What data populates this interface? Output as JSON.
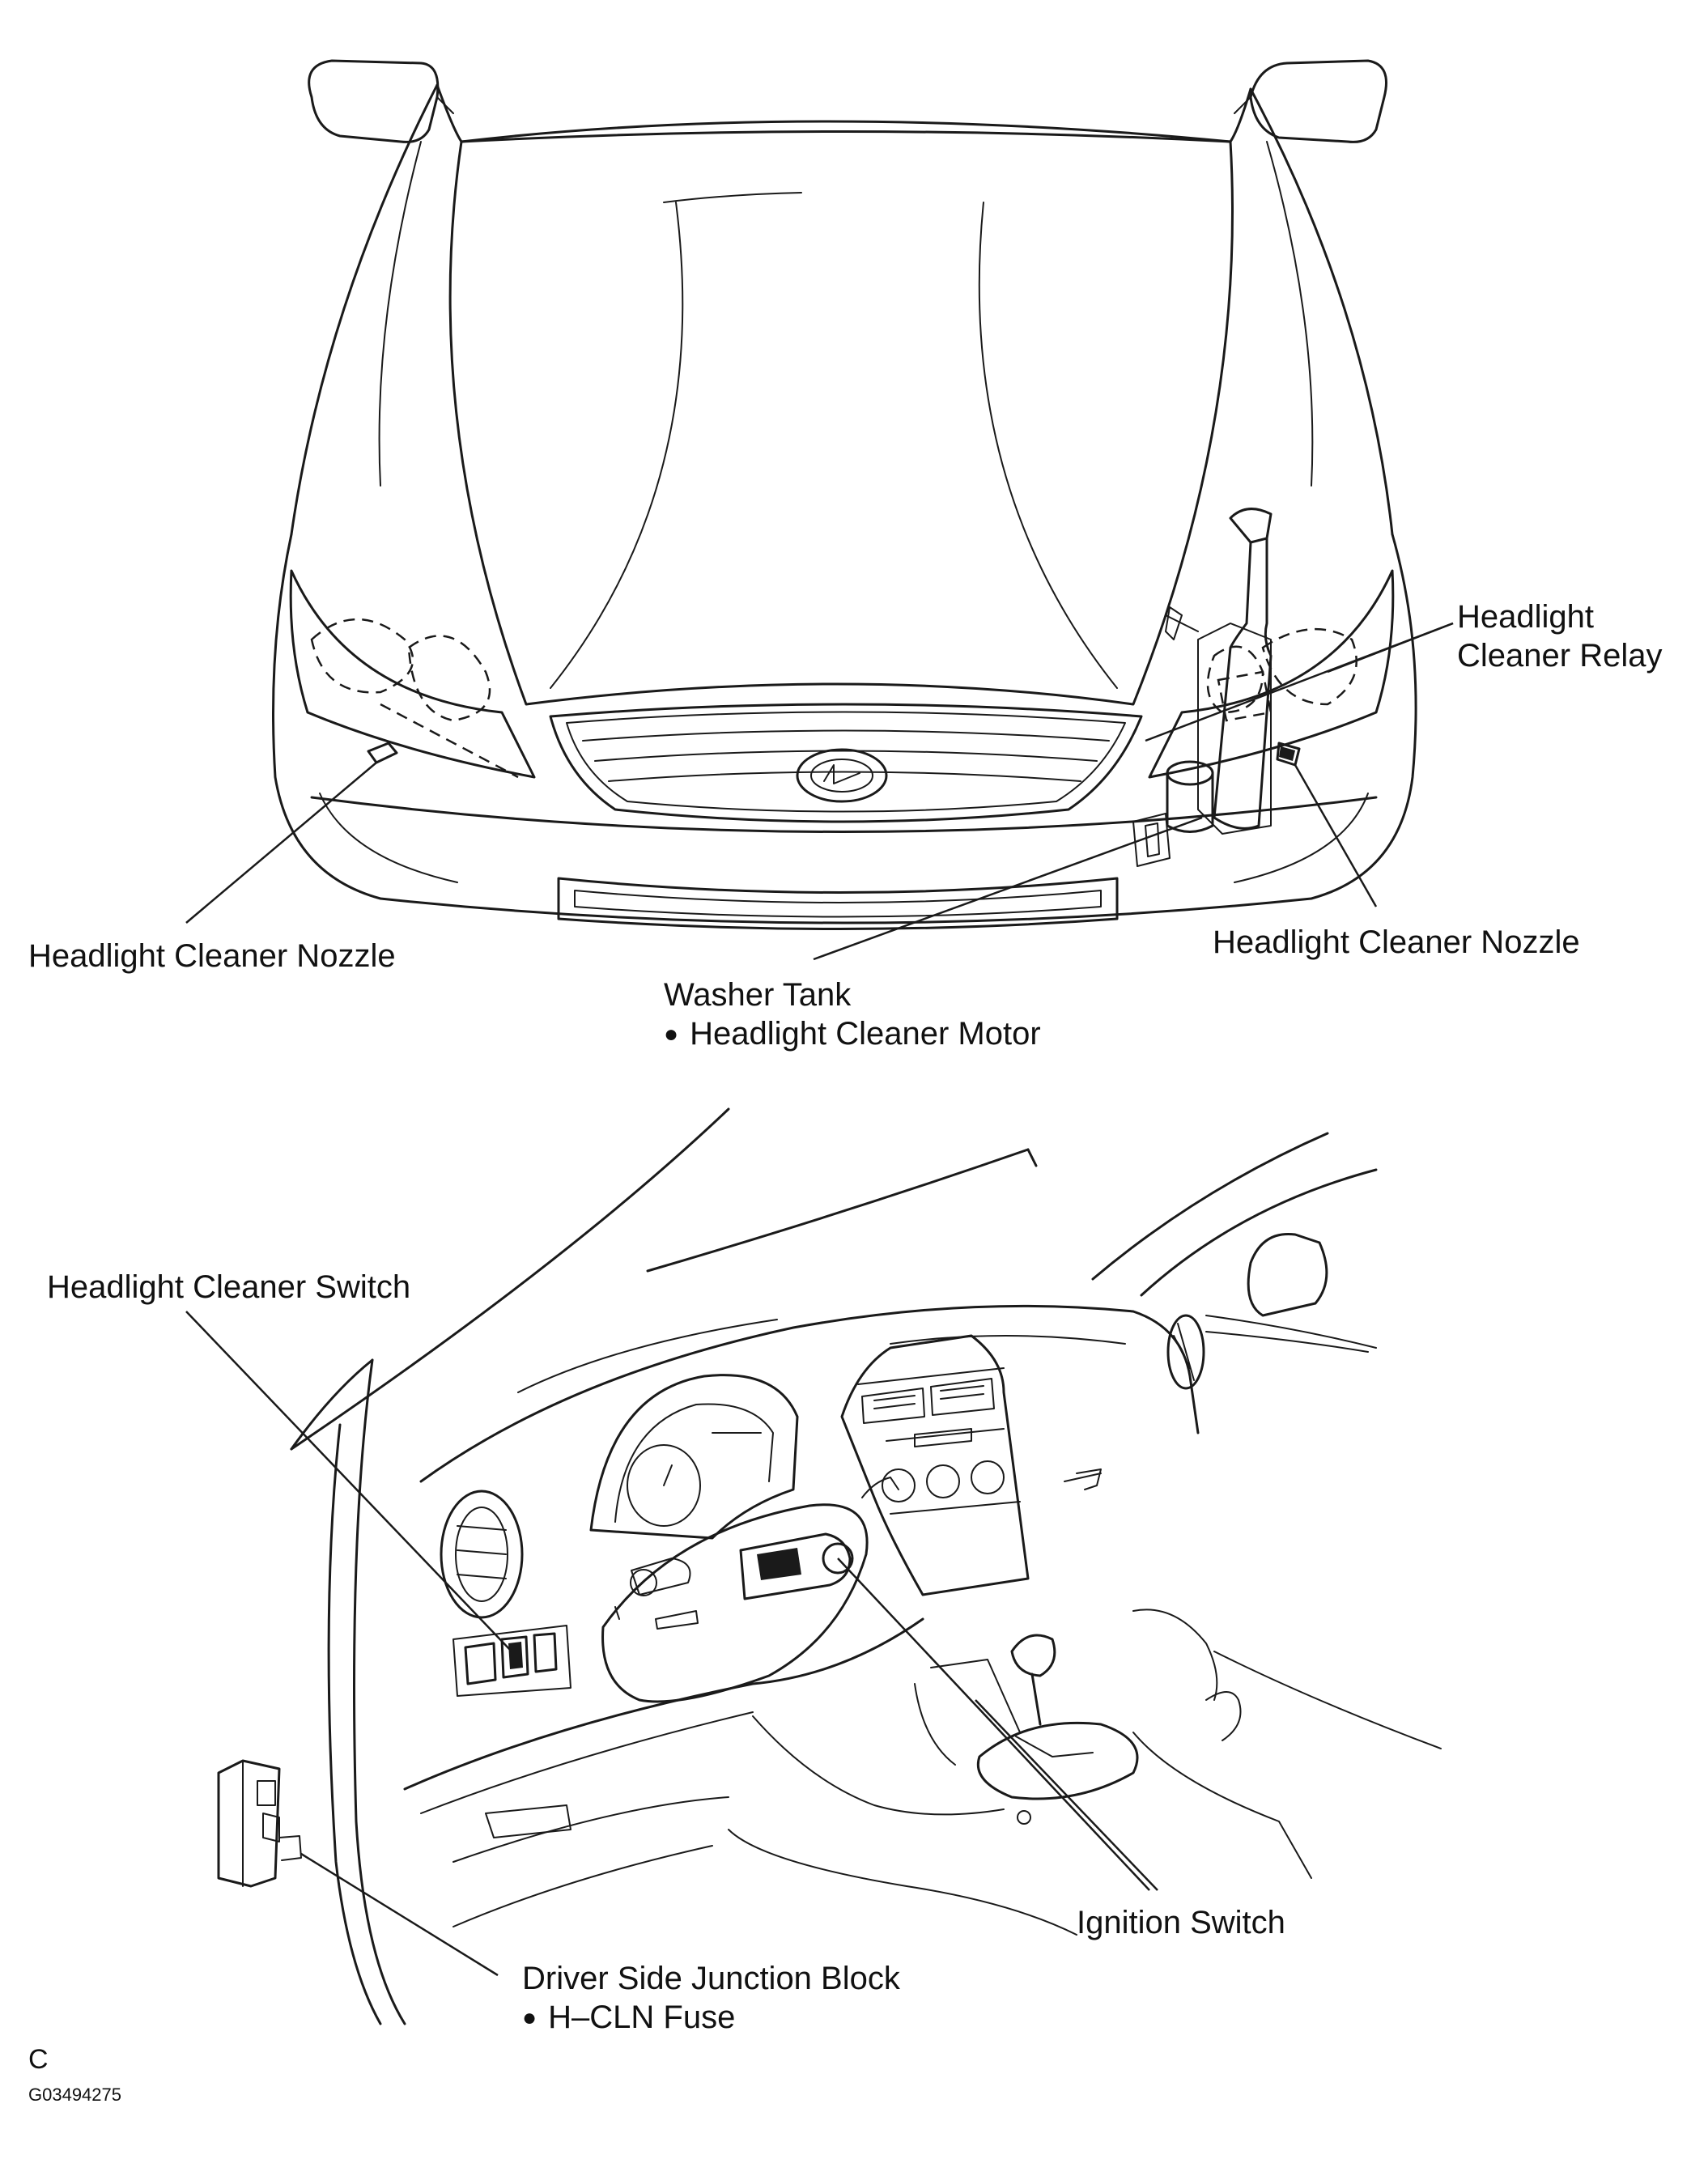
{
  "labels": {
    "headlight_cleaner_relay": [
      "Headlight",
      "Cleaner Relay"
    ],
    "nozzle_left": "Headlight Cleaner Nozzle",
    "nozzle_right": "Headlight Cleaner Nozzle",
    "washer_tank": "Washer Tank",
    "cleaner_motor": "Headlight Cleaner Motor",
    "cleaner_switch": "Headlight Cleaner Switch",
    "ignition_switch": "Ignition Switch",
    "junction_block": "Driver Side Junction Block",
    "hcln_fuse": "H–CLN Fuse",
    "section_letter": "C",
    "figure_id": "G03494275"
  }
}
